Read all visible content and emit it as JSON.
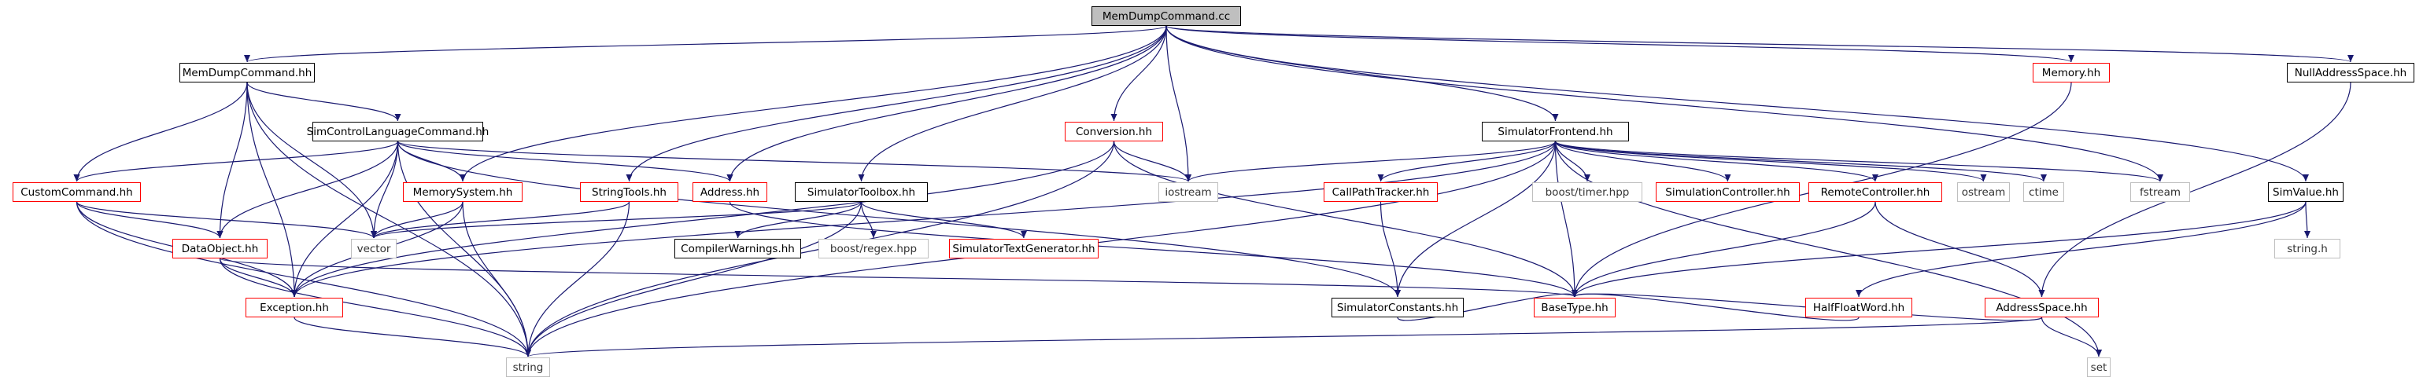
{
  "nodes": {
    "root": "MemDumpCommand.cc",
    "memdumpcommand_hh": "MemDumpCommand.hh",
    "simcontrollanguagecommand_hh": "SimControlLanguageCommand.hh",
    "customcommand_hh": "CustomCommand.hh",
    "dataobject_hh": "DataObject.hh",
    "exception_hh": "Exception.hh",
    "string": "string",
    "vector": "vector",
    "memorysystem_hh": "MemorySystem.hh",
    "stringtools_hh": "StringTools.hh",
    "address_hh": "Address.hh",
    "simulatortoolbox_hh": "SimulatorToolbox.hh",
    "compilerwarnings_hh": "CompilerWarnings.hh",
    "boost_regex_hpp": "boost/regex.hpp",
    "simulatortextgenerator_hh": "SimulatorTextGenerator.hh",
    "conversion_hh": "Conversion.hh",
    "iostream": "iostream",
    "simulatorfrontend_hh": "SimulatorFrontend.hh",
    "callpathtracker_hh": "CallPathTracker.hh",
    "boost_timer_hpp": "boost/timer.hpp",
    "simulationcontroller_hh": "SimulationController.hh",
    "remotecontroller_hh": "RemoteController.hh",
    "ostream": "ostream",
    "ctime": "ctime",
    "fstream": "fstream",
    "simulatorconstants_hh": "SimulatorConstants.hh",
    "basetype_hh": "BaseType.hh",
    "halffloatword_hh": "HalfFloatWord.hh",
    "addressspace_hh": "AddressSpace.hh",
    "set": "set",
    "memory_hh": "Memory.hh",
    "simvalue_hh": "SimValue.hh",
    "string_h": "string.h",
    "nulladdressspace_hh": "NullAddressSpace.hh"
  },
  "colors": {
    "edge": "#191970",
    "node_border_linked": "#000000",
    "node_border_missing": "#ff0000",
    "node_border_plain": "#bfbfbf",
    "root_fill": "#bfbfbf"
  }
}
